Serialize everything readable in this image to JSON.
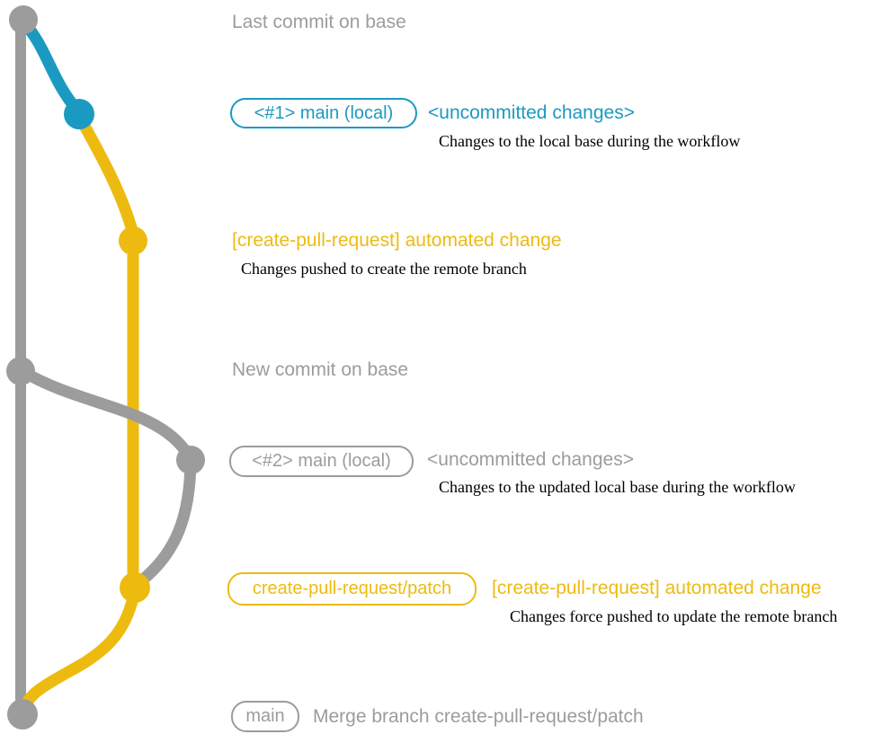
{
  "colors": {
    "gray": "#9c9c9c",
    "teal": "#1b9ac1",
    "yellow": "#edbb10",
    "description_text": "#000000"
  },
  "annotations": {
    "last_commit": "Last commit on base",
    "new_commit": "New commit on base",
    "merge_message": "Merge branch create-pull-request/patch"
  },
  "branch_labels": {
    "main_local_1": "<#1> main (local)",
    "main_local_2": "<#2> main (local)",
    "patch_branch": "create-pull-request/patch",
    "main": "main"
  },
  "commit_messages": {
    "uncommitted_1": "<uncommitted changes>",
    "uncommitted_1_desc": "Changes to the local base during the workflow",
    "automated_1": "[create-pull-request] automated change",
    "automated_1_desc": "Changes pushed to create the remote branch",
    "uncommitted_2": "<uncommitted changes>",
    "uncommitted_2_desc": "Changes to the updated local base during the workflow",
    "automated_2": "[create-pull-request] automated change",
    "automated_2_desc": "Changes force pushed to update the remote branch"
  },
  "graph": {
    "branches": [
      {
        "name": "base",
        "color": "#9c9c9c"
      },
      {
        "name": "main-local",
        "color": "#1b9ac1"
      },
      {
        "name": "create-pull-request/patch",
        "color": "#edbb10"
      }
    ],
    "commits": [
      {
        "id": "last-commit-on-base",
        "color": "#9c9c9c"
      },
      {
        "id": "uncommitted-changes-1",
        "color": "#1b9ac1"
      },
      {
        "id": "automated-change-1",
        "color": "#edbb10"
      },
      {
        "id": "new-commit-on-base",
        "color": "#9c9c9c"
      },
      {
        "id": "uncommitted-changes-2",
        "color": "#9c9c9c"
      },
      {
        "id": "automated-change-2",
        "color": "#edbb10"
      },
      {
        "id": "merge-commit",
        "color": "#9c9c9c"
      }
    ]
  }
}
